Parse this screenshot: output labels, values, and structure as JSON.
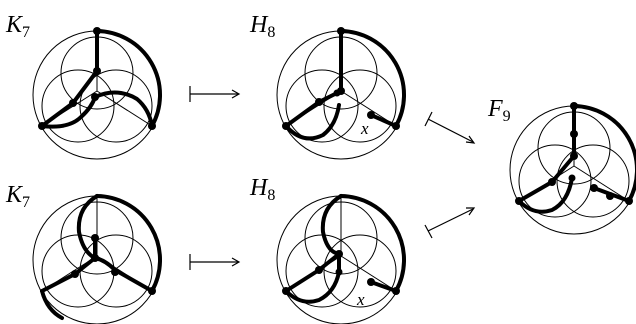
{
  "figure": {
    "labels": {
      "k7_top": "K",
      "k7_top_sub": "7",
      "h8_top": "H",
      "h8_top_sub": "8",
      "k7_bottom": "K",
      "k7_bottom_sub": "7",
      "h8_bottom": "H",
      "h8_bottom_sub": "8",
      "f9": "F",
      "f9_sub": "9",
      "x_top": "x",
      "x_bottom": "x"
    }
  }
}
